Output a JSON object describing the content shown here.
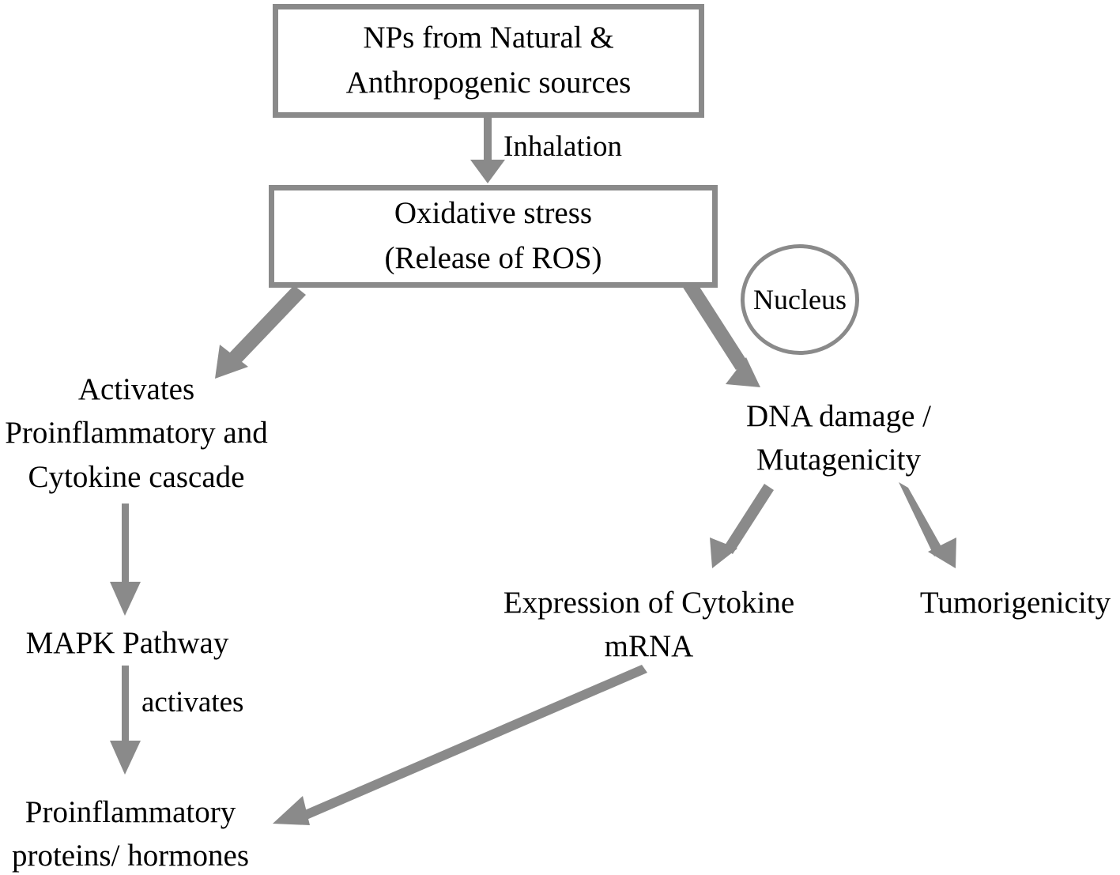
{
  "diagram": {
    "title": "Nanoparticle toxicity pathway flowchart",
    "accent_color": "#8a8a8a",
    "text_color": "#000000",
    "background_color": "#ffffff",
    "nodes": {
      "sources_box": {
        "line1": "NPs from Natural &",
        "line2": "Anthropogenic sources"
      },
      "oxidative_box": {
        "line1": "Oxidative stress",
        "line2": "(Release of ROS)"
      },
      "nucleus_circle": {
        "label": "Nucleus"
      },
      "activates_cascade": {
        "line1": "Activates",
        "line2": "Proinflammatory and",
        "line3": "Cytokine cascade"
      },
      "dna_damage": {
        "line1": "DNA damage /",
        "line2": "Mutagenicity"
      },
      "mapk_pathway": {
        "line1": "MAPK Pathway"
      },
      "cytokine_mrna": {
        "line1": "Expression of Cytokine",
        "line2": "mRNA"
      },
      "tumorigenicity": {
        "line1": "Tumorigenicity"
      },
      "proinflammatory_proteins": {
        "line1": "Proinflammatory",
        "line2": "proteins/ hormones"
      }
    },
    "edge_labels": {
      "inhalation": "Inhalation",
      "activates": "activates"
    }
  }
}
